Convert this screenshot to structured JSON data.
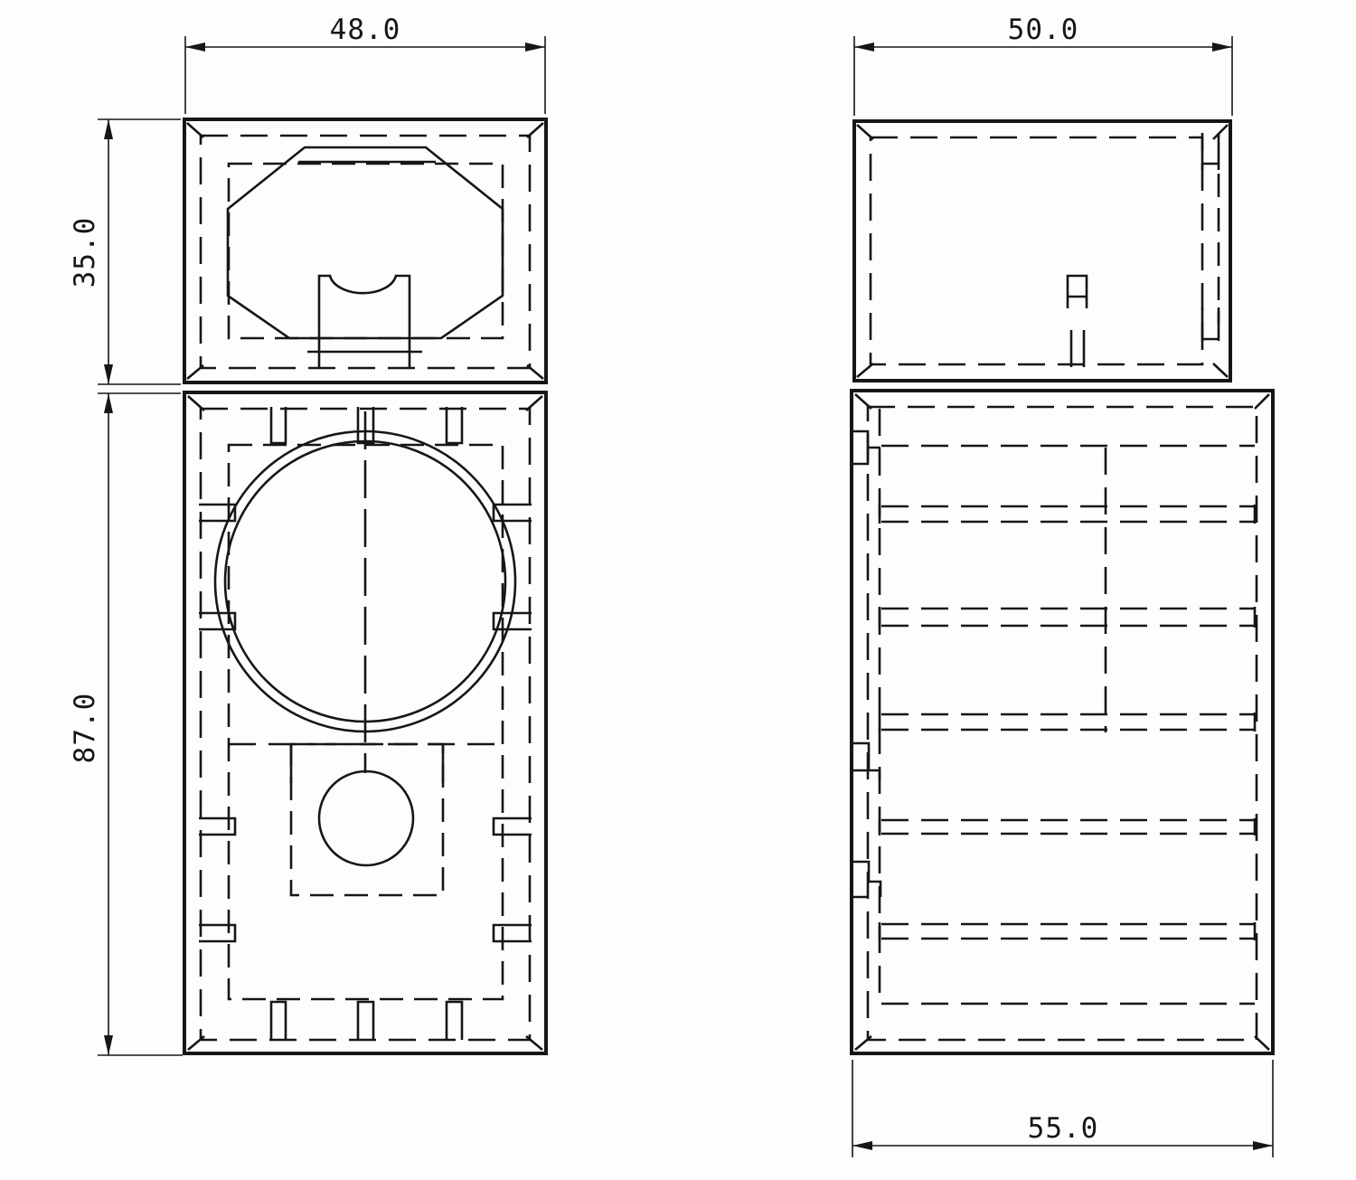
{
  "drawing": {
    "kind": "technical-drawing",
    "subject": "loudspeaker cabinet, front view and side view, two stacked boxes",
    "dimensions": {
      "front_top_width": "48.0",
      "front_top_height": "35.0",
      "front_bottom_height": "87.0",
      "side_top_depth": "50.0",
      "side_bottom_depth": "55.0"
    },
    "colors": {
      "line": "#161616",
      "background": "#fdfdfd"
    }
  }
}
